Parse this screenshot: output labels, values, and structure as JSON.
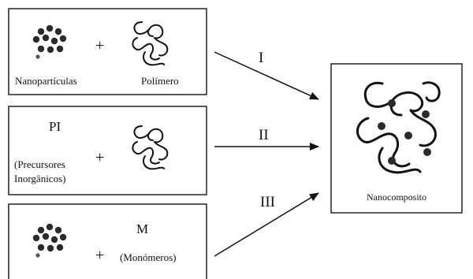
{
  "diagram": {
    "routes": {
      "I": {
        "roman": "I",
        "left_label": "Nanopartículas",
        "right_label": "Polímero",
        "plus": "+"
      },
      "II": {
        "roman": "II",
        "title": "PI",
        "subtitle_line1": "(Precursores",
        "subtitle_line2": "Inorgânicos)",
        "plus": "+"
      },
      "III": {
        "roman": "III",
        "title": "M",
        "subtitle": "(Monómeros)",
        "plus": "+"
      }
    },
    "result": {
      "label": "Nanocomposito"
    }
  }
}
